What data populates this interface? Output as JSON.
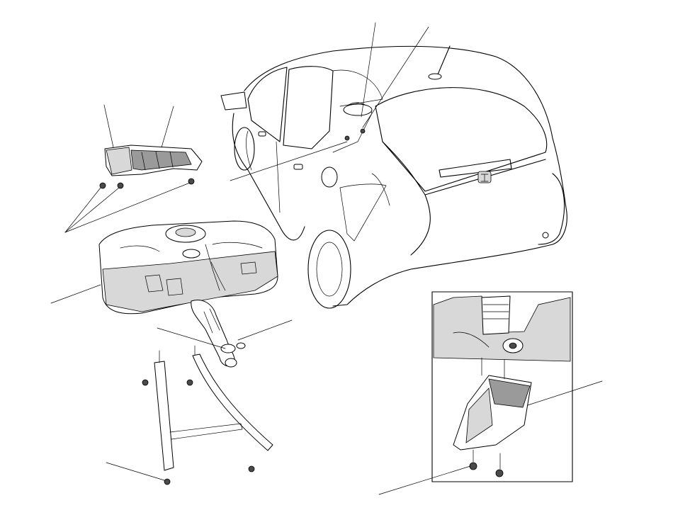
{
  "diagram": {
    "type": "exploded-parts-view",
    "components": [
      "vehicle-outline",
      "heat-shield",
      "fuel-tank",
      "filler-neck",
      "tank-straps",
      "detail-inset"
    ],
    "callout_lines": 14,
    "colors": {
      "line": "#000000",
      "background": "#ffffff",
      "shade": "#9a9a9a"
    }
  }
}
